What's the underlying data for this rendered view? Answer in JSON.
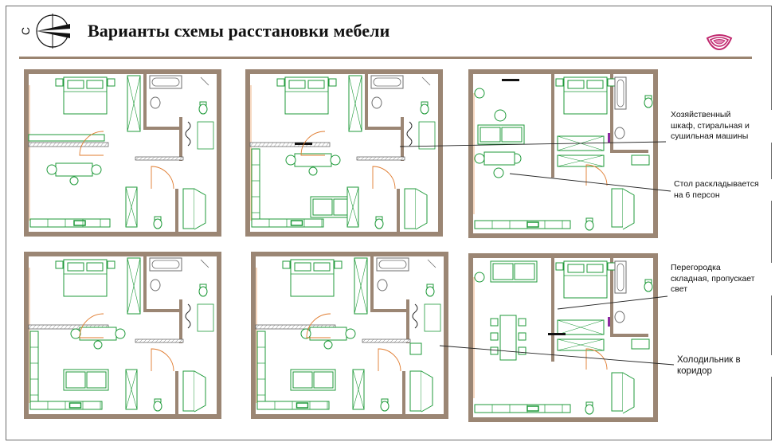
{
  "title": "Варианты схемы расстановки мебели",
  "compass": {
    "letter": "С",
    "icon": "north-arrow-icon"
  },
  "logo": {
    "icon": "brand-swirl-icon",
    "color": "#c0286e"
  },
  "colors": {
    "wall": "#9b8674",
    "furniture": "#1f9a3a",
    "sink": "#6e6e6e",
    "door": "#e07b2e",
    "accent": "#8a2aa0"
  },
  "annotations": [
    {
      "text": "Хозяйственный\nшкаф, стиральная и\nсушильная машины"
    },
    {
      "text": "Стол раскладывается\nна 6 персон"
    },
    {
      "text": "Перегородка\nскладная, пропускает\nсвет"
    },
    {
      "text": "Холодильник в\nкоридор"
    }
  ],
  "plans": [
    {
      "variant": "1"
    },
    {
      "variant": "2"
    },
    {
      "variant": "3"
    },
    {
      "variant": "4"
    },
    {
      "variant": "5"
    },
    {
      "variant": "6"
    }
  ]
}
